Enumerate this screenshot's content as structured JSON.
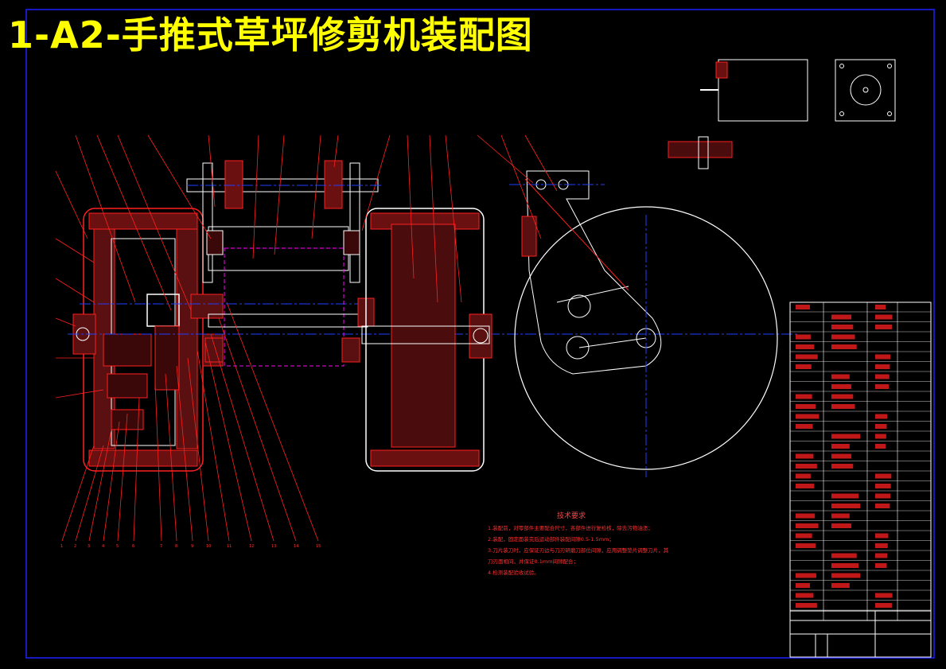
{
  "title": "1-A2-手推式草坪修剪机装配图",
  "colors": {
    "background": "#000000",
    "title": "#ffff00",
    "outline": "#ffffff",
    "part": "#ff2020",
    "centerline": "#2040ff",
    "hidden": "#ff00ff",
    "frame": "#2020ff"
  },
  "tech_requirements": {
    "heading": "技术要求",
    "items": [
      "1.装配前，对零部件主要配合尺寸，各部件进行复检核，除去污物油渍；",
      "2.装配，固定面装完后运动部件装配间隙0.5-1.5mm；",
      "3.刀片装刀时，应保证刃边与刀刃研磨刀部位间隙，应用调整垫片调整刀片，其",
      "刀刃面相间，并保证0.1mm间隙配合；",
      "4.检测装配验收试验。"
    ]
  },
  "balloon_numbers_bottom": [
    "1",
    "2",
    "3",
    "4",
    "5",
    "6",
    "7",
    "8",
    "9",
    "10",
    "11",
    "12",
    "13",
    "14",
    "15"
  ]
}
